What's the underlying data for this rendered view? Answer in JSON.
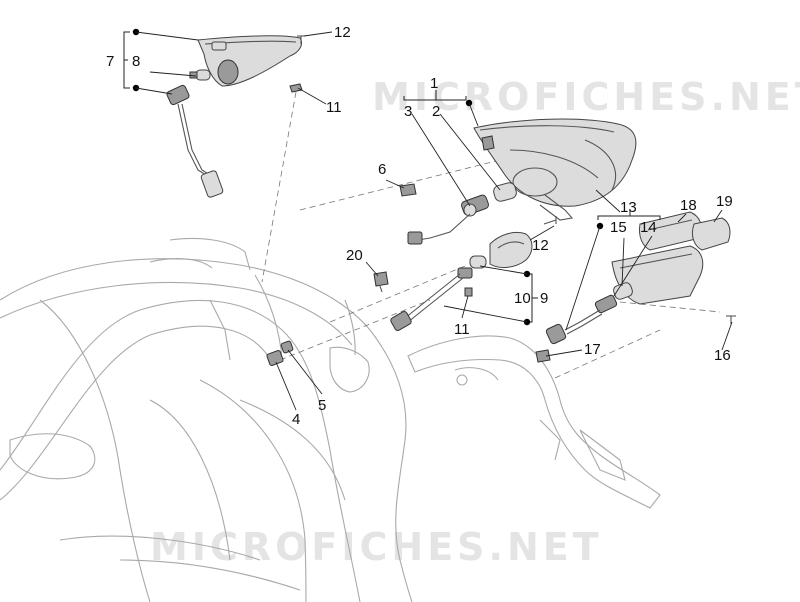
{
  "watermark": {
    "top": "MICROFICHES.NET",
    "bottom": "MICROFICHES.NET"
  },
  "callouts": {
    "c1": "1",
    "c2": "2",
    "c3": "3",
    "c4": "4",
    "c5": "5",
    "c6": "6",
    "c7": "7",
    "c8": "8",
    "c9": "9",
    "c10": "10",
    "c11a": "11",
    "c11b": "11",
    "c12a": "12",
    "c12b": "12",
    "c13": "13",
    "c14": "14",
    "c15": "15",
    "c16": "16",
    "c17": "17",
    "c18": "18",
    "c19": "19",
    "c20": "20"
  },
  "colors": {
    "line": "#555555",
    "body_outline": "#a9a9a9",
    "watermark": "#e4e4e4",
    "label": "#111111"
  }
}
